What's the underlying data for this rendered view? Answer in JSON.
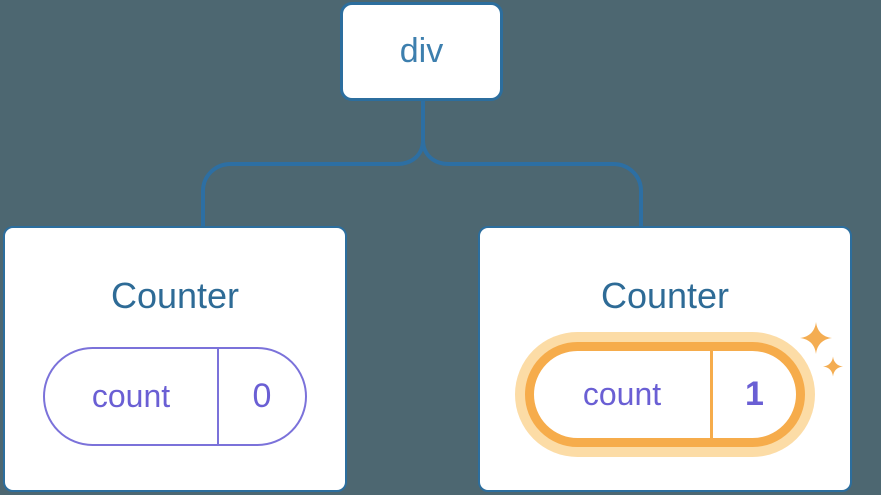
{
  "diagram": {
    "description": "React component tree with state",
    "root": {
      "label": "div"
    },
    "children": [
      {
        "title": "Counter",
        "state_key": "count",
        "state_value": "0",
        "highlighted": false
      },
      {
        "title": "Counter",
        "state_key": "count",
        "state_value": "1",
        "highlighted": true
      }
    ]
  },
  "icons": {
    "highlight": "sparkle-icon"
  },
  "colors": {
    "background": "#4d6771",
    "card_background": "#ffffff",
    "node_border_blue": "#2c6e9e",
    "connector_blue": "#2d6fa3",
    "root_label_blue": "#3d7fae",
    "title_blue": "#2e6b96",
    "state_purple": "#6a5fd4",
    "pill_border_purple": "#7b72da",
    "highlight_orange": "#f6ac4b",
    "highlight_glow": "#fcdca6",
    "sparkle_orange": "#f4ad52"
  }
}
